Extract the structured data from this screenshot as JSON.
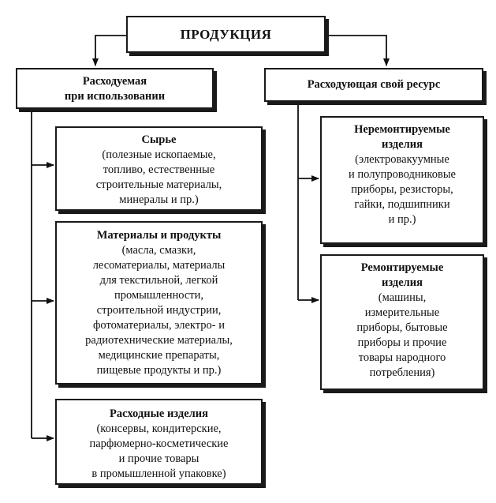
{
  "root": {
    "title": "ПРОДУКЦИЯ"
  },
  "left": {
    "title_lines": [
      "Расходуемая",
      "при использовании"
    ],
    "items": [
      {
        "title_lines": [
          "Сырье"
        ],
        "desc_lines": [
          "(полезные ископаемые,",
          "топливо, естественные",
          "строительные материалы,",
          "минералы и пр.)"
        ]
      },
      {
        "title_lines": [
          "Материалы и продукты"
        ],
        "desc_lines": [
          "(масла, смазки,",
          "лесоматериалы, материалы",
          "для текстильной, легкой",
          "промышленности,",
          "строительной индустрии,",
          "фотоматериалы, электро- и",
          "радиотехнические материалы,",
          "медицинские препараты,",
          "пищевые продукты и пр.)"
        ]
      },
      {
        "title_lines": [
          "Расходные изделия"
        ],
        "desc_lines": [
          "(консервы, кондитерские,",
          "парфюмерно-косметические",
          "и прочие товары",
          "в промышленной упаковке)"
        ]
      }
    ]
  },
  "right": {
    "title_lines": [
      "Расходующая свой ресурс"
    ],
    "items": [
      {
        "title_lines": [
          "Неремонтируемые",
          "изделия"
        ],
        "desc_lines": [
          "(электровакуумные",
          "и полупроводниковые",
          "приборы, резисторы,",
          "гайки, подшипники",
          "и пр.)"
        ]
      },
      {
        "title_lines": [
          "Ремонтируемые",
          "изделия"
        ],
        "desc_lines": [
          "(машины,",
          "измерительные",
          "приборы, бытовые",
          "приборы и прочие",
          "товары народного",
          "потребления)"
        ]
      }
    ]
  }
}
